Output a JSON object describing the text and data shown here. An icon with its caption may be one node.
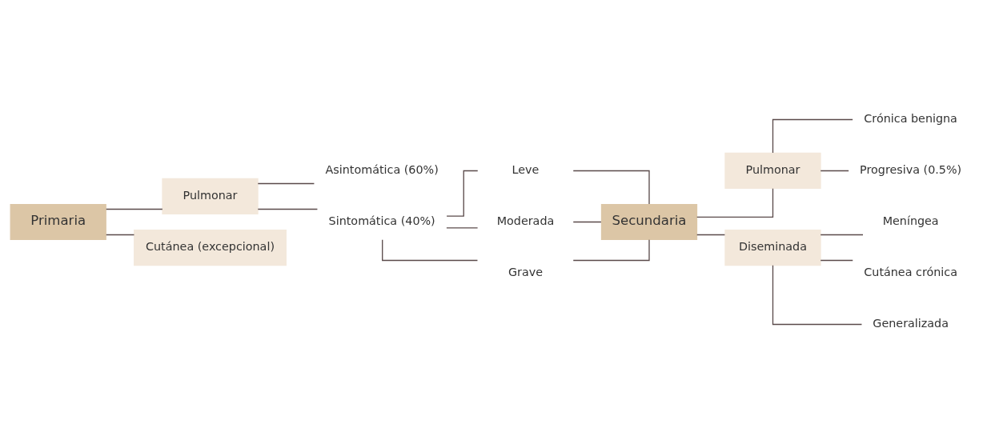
{
  "diagram": {
    "nodes": [
      {
        "text": [
          "Primaria"
        ]
      },
      {
        "text": [
          "Pulmonar"
        ]
      },
      {
        "text": [
          "Cutánea (excepcional)"
        ]
      },
      {
        "text": [
          "Asintomática (60%)"
        ]
      },
      {
        "text": [
          "Sintomática (40%)"
        ]
      },
      {
        "text": [
          "Leve"
        ]
      },
      {
        "text": [
          "Moderada"
        ]
      },
      {
        "text": [
          "Grave"
        ]
      },
      {
        "text": [
          "Secundaria"
        ]
      },
      {
        "text": [
          "Pulmonar"
        ]
      },
      {
        "text": [
          "Diseminada"
        ]
      },
      {
        "text": [
          "Crónica benigna"
        ]
      },
      {
        "text": [
          "Progresiva (0.5%)"
        ]
      },
      {
        "text": [
          "Meníngea"
        ]
      },
      {
        "text": [
          "Cutánea crónica"
        ]
      },
      {
        "text": [
          "Generalizada"
        ]
      }
    ],
    "edges": [
      {
        "from": 0,
        "to": 1,
        "arrow": "none"
      },
      {
        "from": 0,
        "to": 2,
        "arrow": "none"
      },
      {
        "from": 1,
        "to": 3,
        "arrow": "none"
      },
      {
        "from": 1,
        "to": 4,
        "arrow": "none"
      },
      {
        "from": 4,
        "to": 5,
        "arrow": "none"
      },
      {
        "from": 4,
        "to": 6,
        "arrow": "none"
      },
      {
        "from": 4,
        "to": 7,
        "arrow": "none"
      },
      {
        "from": 5,
        "to": 8,
        "arrow": "none"
      },
      {
        "from": 6,
        "to": 8,
        "arrow": "none"
      },
      {
        "from": 7,
        "to": 8,
        "arrow": "none"
      },
      {
        "from": 8,
        "to": 9,
        "arrow": "none"
      },
      {
        "from": 8,
        "to": 10,
        "arrow": "none"
      },
      {
        "from": 9,
        "to": 11,
        "arrow": "none"
      },
      {
        "from": 9,
        "to": 12,
        "arrow": "none"
      },
      {
        "from": 10,
        "to": 13,
        "arrow": "none"
      },
      {
        "from": 10,
        "to": 14,
        "arrow": "none"
      },
      {
        "from": 10,
        "to": 15,
        "arrow": "none"
      }
    ]
  }
}
